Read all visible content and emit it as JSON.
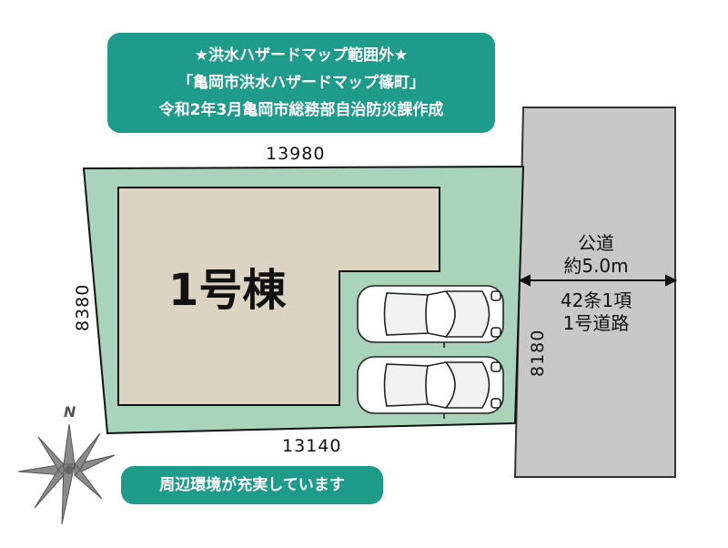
{
  "flood_notice": {
    "line1": "★洪水ハザードマップ範囲外★",
    "line2": "「亀岡市洪水ハザードマップ篠町」",
    "line3": "令和2年3月亀岡市総務部自治防災課作成"
  },
  "dimensions": {
    "top": "13980",
    "bottom": "13140",
    "left": "8380",
    "right": "8180"
  },
  "building_label": "1号棟",
  "road": {
    "type_line1": "公道",
    "type_line2": "約5.0m",
    "legal_line1": "42条1項",
    "legal_line2": "1号道路"
  },
  "compass_label": "N",
  "environment_badge": "周辺環境が充実しています",
  "colors": {
    "lot": "#a9d4bb",
    "building": "#dcd3c3",
    "road": "#c8c8c8",
    "badge": "#1f9b8b"
  }
}
